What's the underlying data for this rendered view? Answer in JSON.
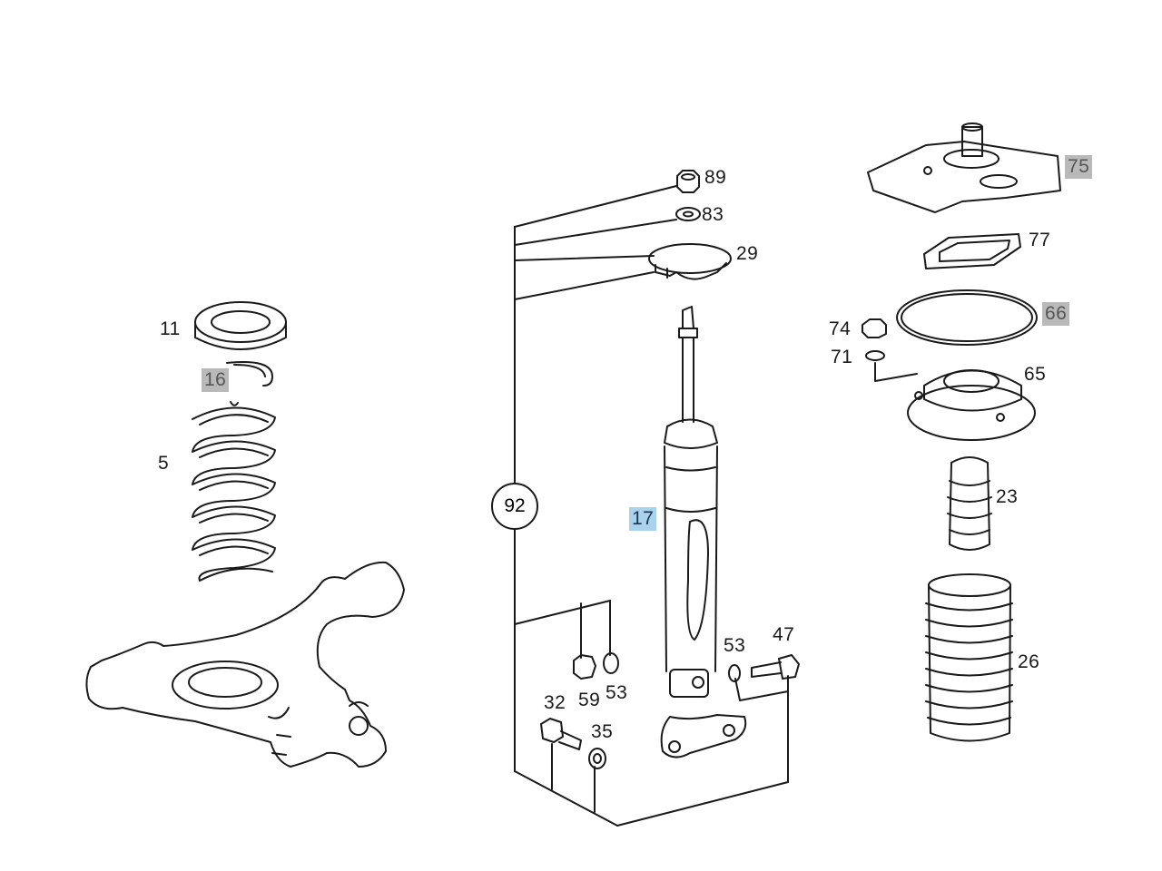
{
  "diagram": {
    "parts": [
      {
        "id": "p89",
        "label": "89"
      },
      {
        "id": "p83",
        "label": "83"
      },
      {
        "id": "p29",
        "label": "29"
      },
      {
        "id": "p92",
        "label": "92"
      },
      {
        "id": "p17",
        "label": "17",
        "highlight": "blue"
      },
      {
        "id": "p53a",
        "label": "53"
      },
      {
        "id": "p47",
        "label": "47"
      },
      {
        "id": "p59",
        "label": "59"
      },
      {
        "id": "p53b",
        "label": "53"
      },
      {
        "id": "p32",
        "label": "32"
      },
      {
        "id": "p35",
        "label": "35"
      },
      {
        "id": "p11",
        "label": "11"
      },
      {
        "id": "p16",
        "label": "16",
        "highlight": "grey"
      },
      {
        "id": "p5",
        "label": "5"
      },
      {
        "id": "p75",
        "label": "75",
        "highlight": "grey"
      },
      {
        "id": "p77",
        "label": "77"
      },
      {
        "id": "p74",
        "label": "74"
      },
      {
        "id": "p66",
        "label": "66",
        "highlight": "grey"
      },
      {
        "id": "p71",
        "label": "71"
      },
      {
        "id": "p65",
        "label": "65"
      },
      {
        "id": "p23",
        "label": "23"
      },
      {
        "id": "p26",
        "label": "26"
      }
    ],
    "colors": {
      "line": "#1a1a1a",
      "highlight_grey": "#b9b9b9",
      "highlight_blue": "#a9d2ec"
    }
  }
}
